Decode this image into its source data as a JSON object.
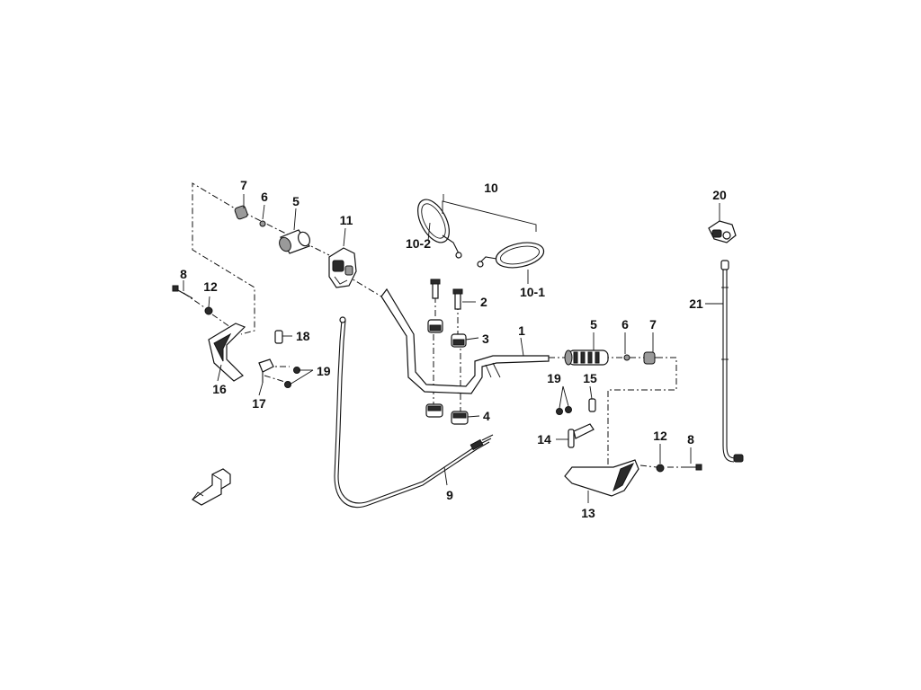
{
  "callouts": {
    "c1": "1",
    "c2": "2",
    "c3": "3",
    "c4": "4",
    "c5_left": "5",
    "c5_right": "5",
    "c6_left": "6",
    "c6_right": "6",
    "c7_left": "7",
    "c7_right": "7",
    "c8_left": "8",
    "c8_right": "8",
    "c9": "9",
    "c10": "10",
    "c10_1": "10-1",
    "c10_2": "10-2",
    "c11": "11",
    "c12_left": "12",
    "c12_right": "12",
    "c13": "13",
    "c14": "14",
    "c15": "15",
    "c16": "16",
    "c17": "17",
    "c18": "18",
    "c19_left": "19",
    "c19_right": "19",
    "c20": "20",
    "c21": "21"
  },
  "colors": {
    "line": "#111111",
    "part_fill": "#ffffff",
    "dark_fill": "#2a2a2a",
    "grey_fill": "#9a9a9a"
  }
}
